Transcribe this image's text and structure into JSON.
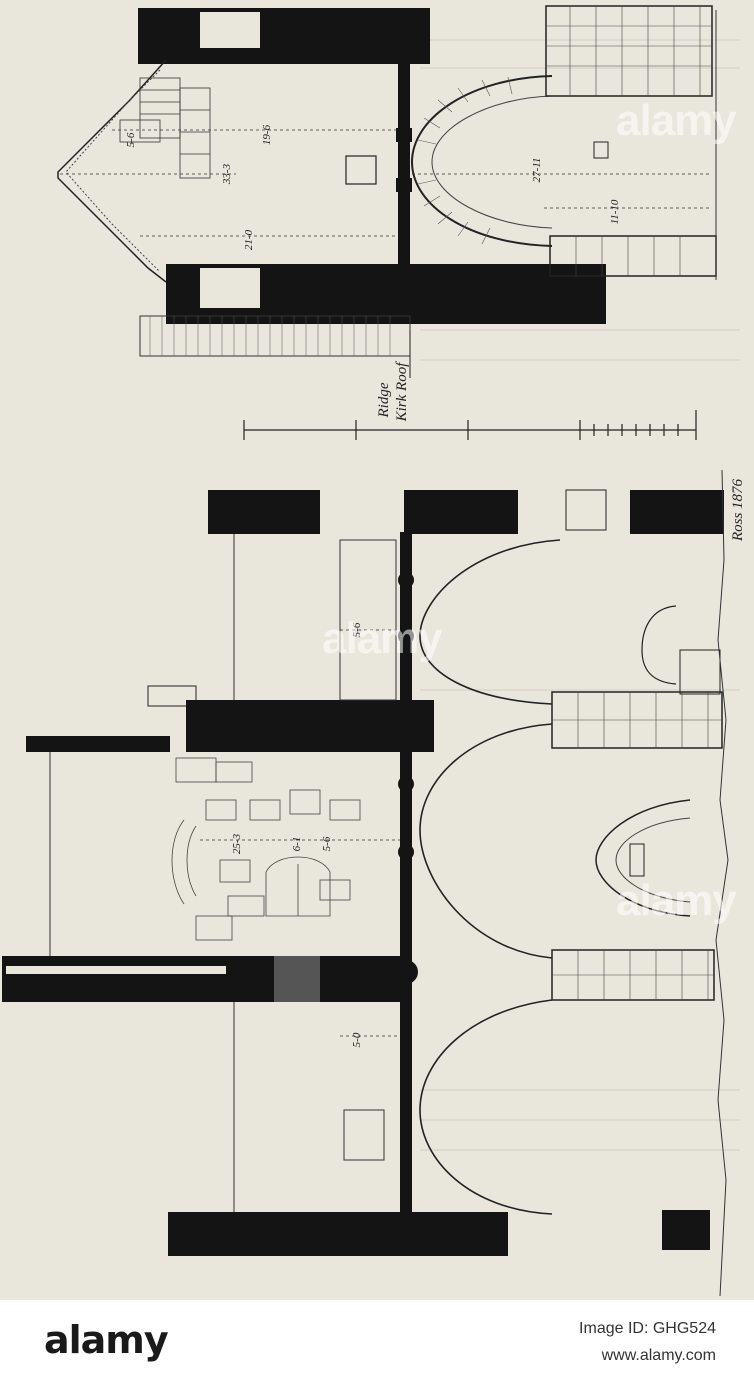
{
  "drawing": {
    "dimensions": {
      "d1": "19-6",
      "d2": "5-6",
      "d3": "33-3",
      "d4": "21-0",
      "d5": "27-11",
      "d6": "11-10",
      "d7": "5-6",
      "d8": "25-3",
      "d9": "6-1",
      "d10": "5-6",
      "d11": "5-0"
    },
    "label_ridge": "Ridge",
    "label_kirk_roof": "Kirk Roof",
    "signature": "Ross 1876"
  },
  "watermark": {
    "text": "alamy"
  },
  "footer": {
    "logo": "alamy",
    "image_id": "Image ID: GHG524",
    "url": "www.alamy.com"
  },
  "colors": {
    "paper": "#e9e6dc",
    "ink": "#1a1a1a"
  }
}
